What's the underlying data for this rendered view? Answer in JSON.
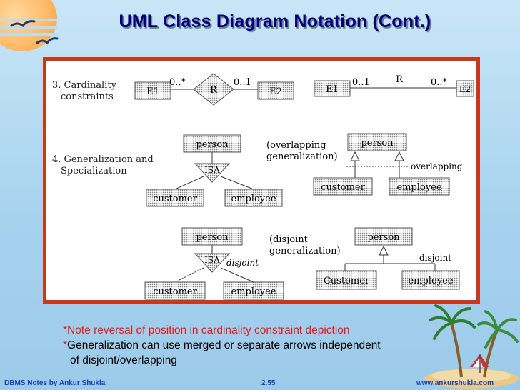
{
  "slide": {
    "title": "UML Class Diagram Notation (Cont.)",
    "notes": [
      {
        "star": "*",
        "text": "Note reversal of position in cardinality constraint depiction"
      },
      {
        "star": "*",
        "text": "Generalization can use merged or separate arrows independent"
      },
      {
        "star": "",
        "text": "of disjoint/overlapping"
      }
    ],
    "footer": {
      "left": "DBMS Notes by Ankur Shukla",
      "page": "2.55",
      "right": "www.ankurshukla.com"
    }
  },
  "diagram": {
    "section3": {
      "line1": "3. Cardinality",
      "line2": "constraints"
    },
    "section4": {
      "line1": "4. Generalization and",
      "line2": "Specialization"
    },
    "er": {
      "e1": "E1",
      "r": "R",
      "e2": "E2",
      "card_left": "0..*",
      "card_right": "0..1"
    },
    "uml": {
      "f1": "E1",
      "r": "R",
      "f2": "E2",
      "card_left": "0..1",
      "card_right": "0..*"
    },
    "er_overlap": {
      "person": "person",
      "isa": "ISA",
      "customer": "customer",
      "employee": "employee"
    },
    "overlap_caption": {
      "line1": "(overlapping",
      "line2": "generalization)"
    },
    "uml_overlap": {
      "person": "person",
      "customer": "customer",
      "employee": "employee",
      "label": "overlapping"
    },
    "er_disjoint": {
      "person": "person",
      "isa": "ISA",
      "disjoint": "disjoint",
      "customer": "customer",
      "employee": "employee"
    },
    "disjoint_caption": {
      "line1": "(disjoint",
      "line2": "generalization)"
    },
    "uml_disjoint": {
      "person": "person",
      "customer": "Customer",
      "employee": "employee",
      "label": "disjoint"
    }
  },
  "colors": {
    "title": "#00007f",
    "frame_border": "#c73a19",
    "note_accent": "#e31b1b",
    "footer": "#1a3fb8"
  },
  "icons": [
    "sun-icon",
    "seagull-icon",
    "palm-island-icon"
  ]
}
